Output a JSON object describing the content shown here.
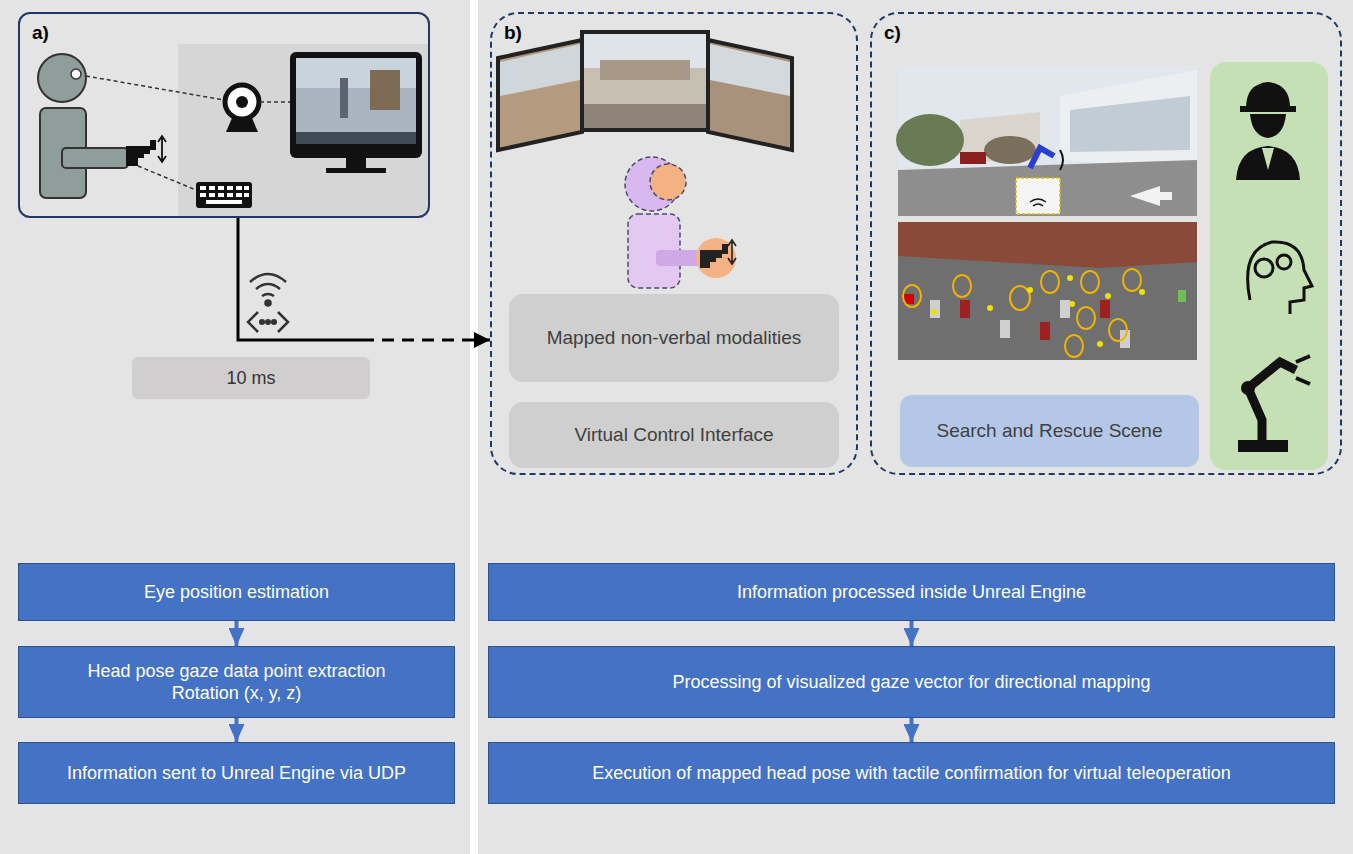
{
  "diagram": {
    "nodes": [
      {
        "text": [
          "a)"
        ]
      },
      {
        "text": [
          "10 ms"
        ]
      },
      {
        "text": [
          "b)"
        ]
      },
      {
        "text": [
          "Mapped non-verbal modalities"
        ],
        "in": 2
      },
      {
        "text": [
          "Virtual Control Interface"
        ],
        "in": 2
      },
      {
        "text": [
          "c)"
        ]
      },
      {
        "text": [
          "Search and Rescue Scene"
        ],
        "in": 5
      },
      {
        "text": [
          "Eye position estimation"
        ]
      },
      {
        "text": [
          "Head pose gaze data point extraction Rotation (x, y, z)"
        ]
      },
      {
        "text": [
          "Information sent to Unreal Engine via UDP"
        ]
      },
      {
        "text": [
          "Information processed inside Unreal Engine"
        ]
      },
      {
        "text": [
          "Processing of visualized gaze vector for directional mapping"
        ]
      },
      {
        "text": [
          "Execution of mapped head pose with tactile confirmation for virtual teleoperation"
        ]
      }
    ],
    "edges": [
      {
        "from": 0,
        "to": 2,
        "arrow": "to"
      },
      {
        "from": 7,
        "to": 8,
        "arrow": "to"
      },
      {
        "from": 8,
        "to": 9,
        "arrow": "to"
      },
      {
        "from": 10,
        "to": 11,
        "arrow": "to"
      },
      {
        "from": 11,
        "to": 12,
        "arrow": "to"
      }
    ]
  }
}
